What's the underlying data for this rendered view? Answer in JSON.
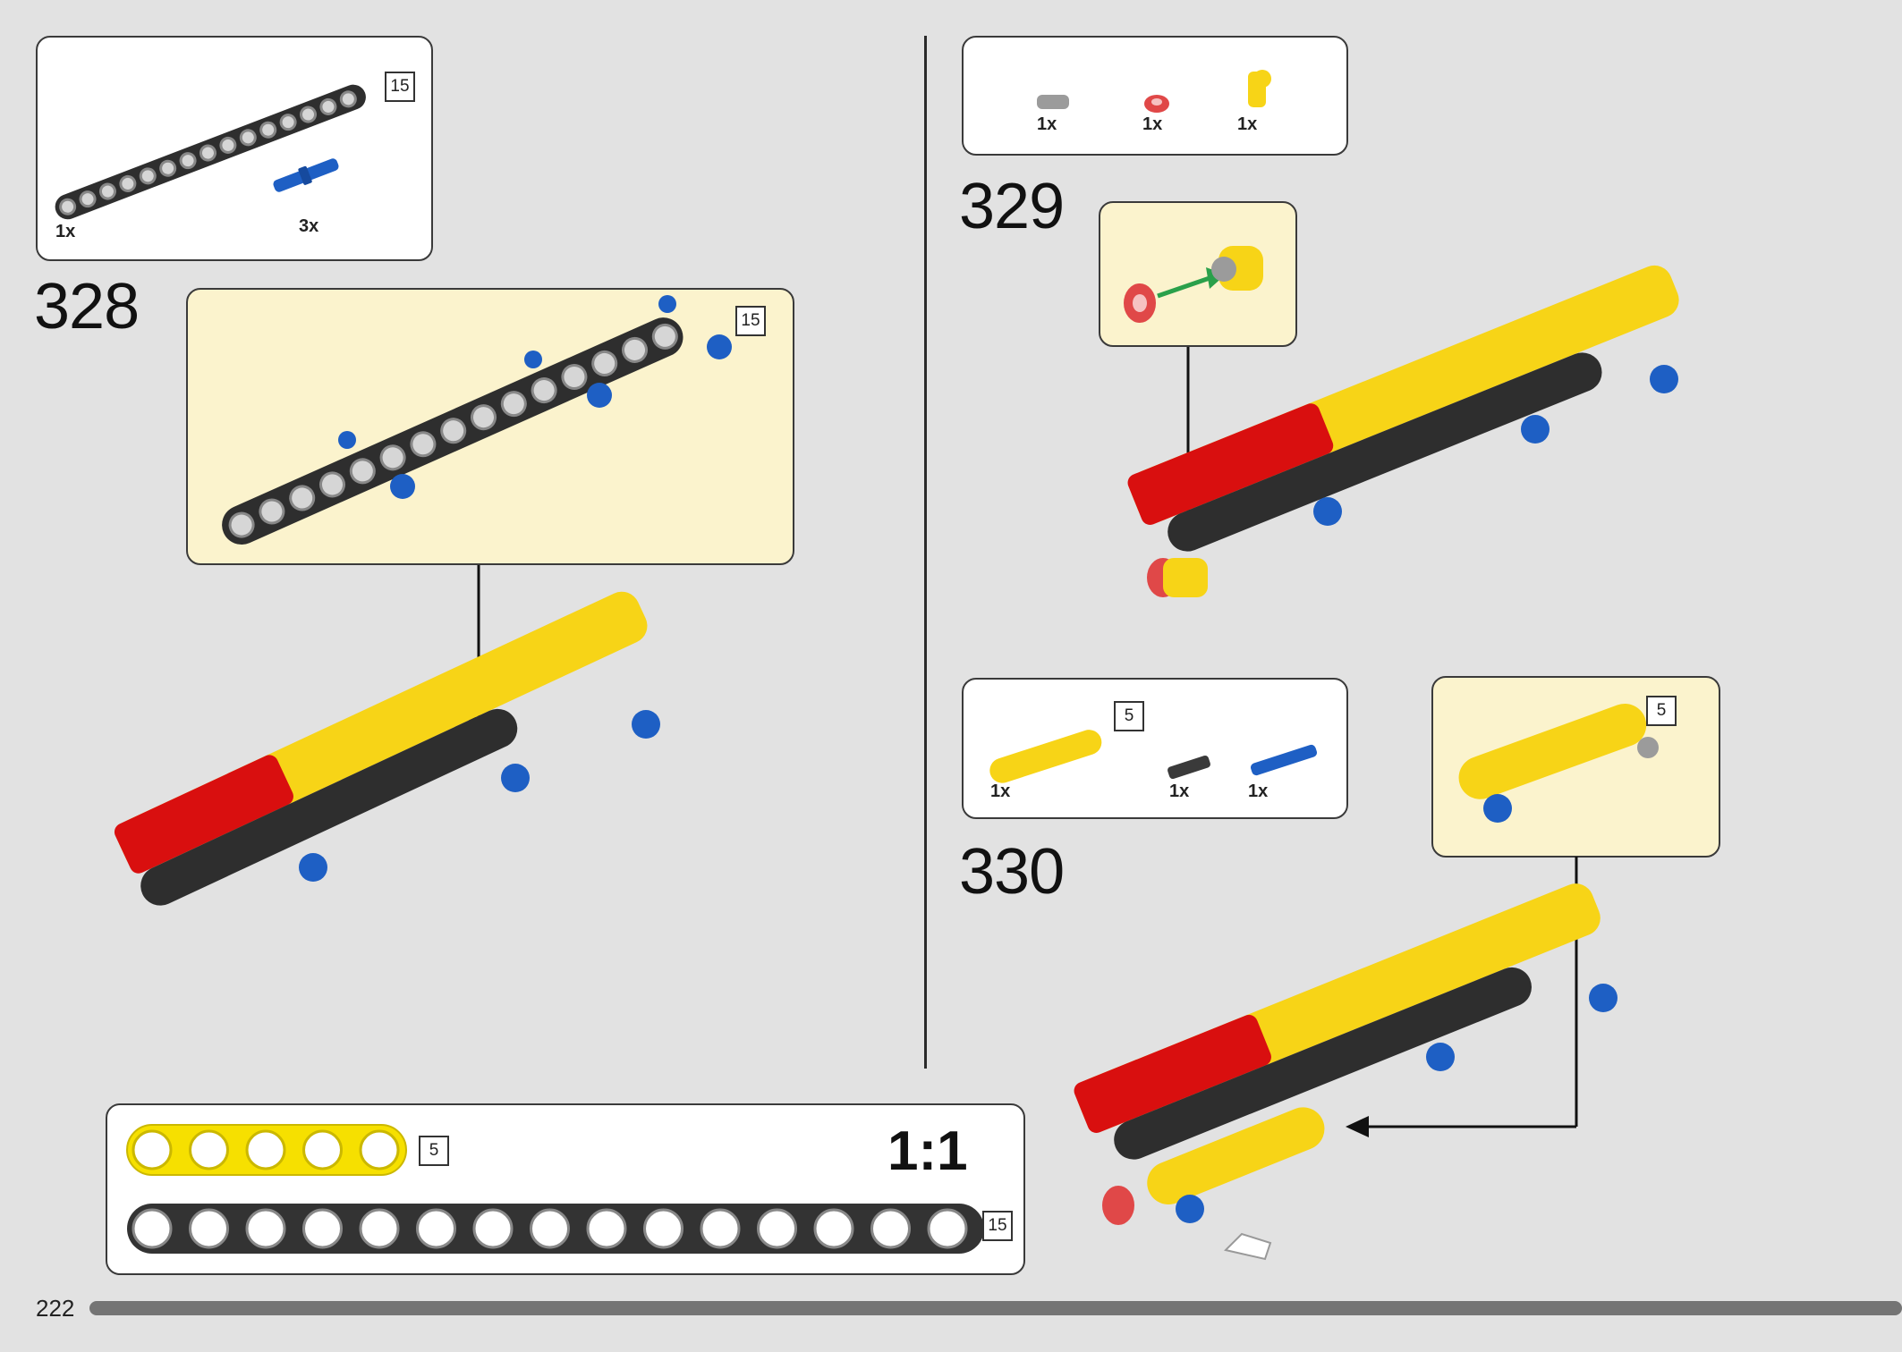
{
  "page": {
    "number": "222"
  },
  "steps": [
    {
      "number": "328"
    },
    {
      "number": "329"
    },
    {
      "number": "330"
    }
  ],
  "parts_list_328": {
    "items": [
      {
        "qty": "1x",
        "part": "beam-15-black"
      },
      {
        "qty": "3x",
        "part": "pin-blue"
      }
    ],
    "badge": "15"
  },
  "callout_328": {
    "badge": "15"
  },
  "parts_list_329": {
    "items": [
      {
        "qty": "1x",
        "part": "axle-pin-gray"
      },
      {
        "qty": "1x",
        "part": "bush-red"
      },
      {
        "qty": "1x",
        "part": "connector-yellow"
      }
    ]
  },
  "parts_list_330": {
    "items": [
      {
        "qty": "1x",
        "part": "beam-5-yellow"
      },
      {
        "qty": "1x",
        "part": "axle-pin-dark"
      },
      {
        "qty": "1x",
        "part": "pin-blue"
      }
    ],
    "badge": "5"
  },
  "callout_330": {
    "badge": "5"
  },
  "scale_box": {
    "ratio": "1:1",
    "beam_yellow": {
      "length": "5",
      "holes": 5,
      "color": "#f6e000"
    },
    "beam_black": {
      "length": "15",
      "holes": 15,
      "color": "#333333"
    }
  },
  "colors": {
    "yellow": "#f7d417",
    "red": "#d90f0f",
    "black": "#2e2e2e",
    "blue": "#1e5fc4",
    "callout_bg": "#fbf3cd",
    "page_bg": "#e2e2e2"
  }
}
